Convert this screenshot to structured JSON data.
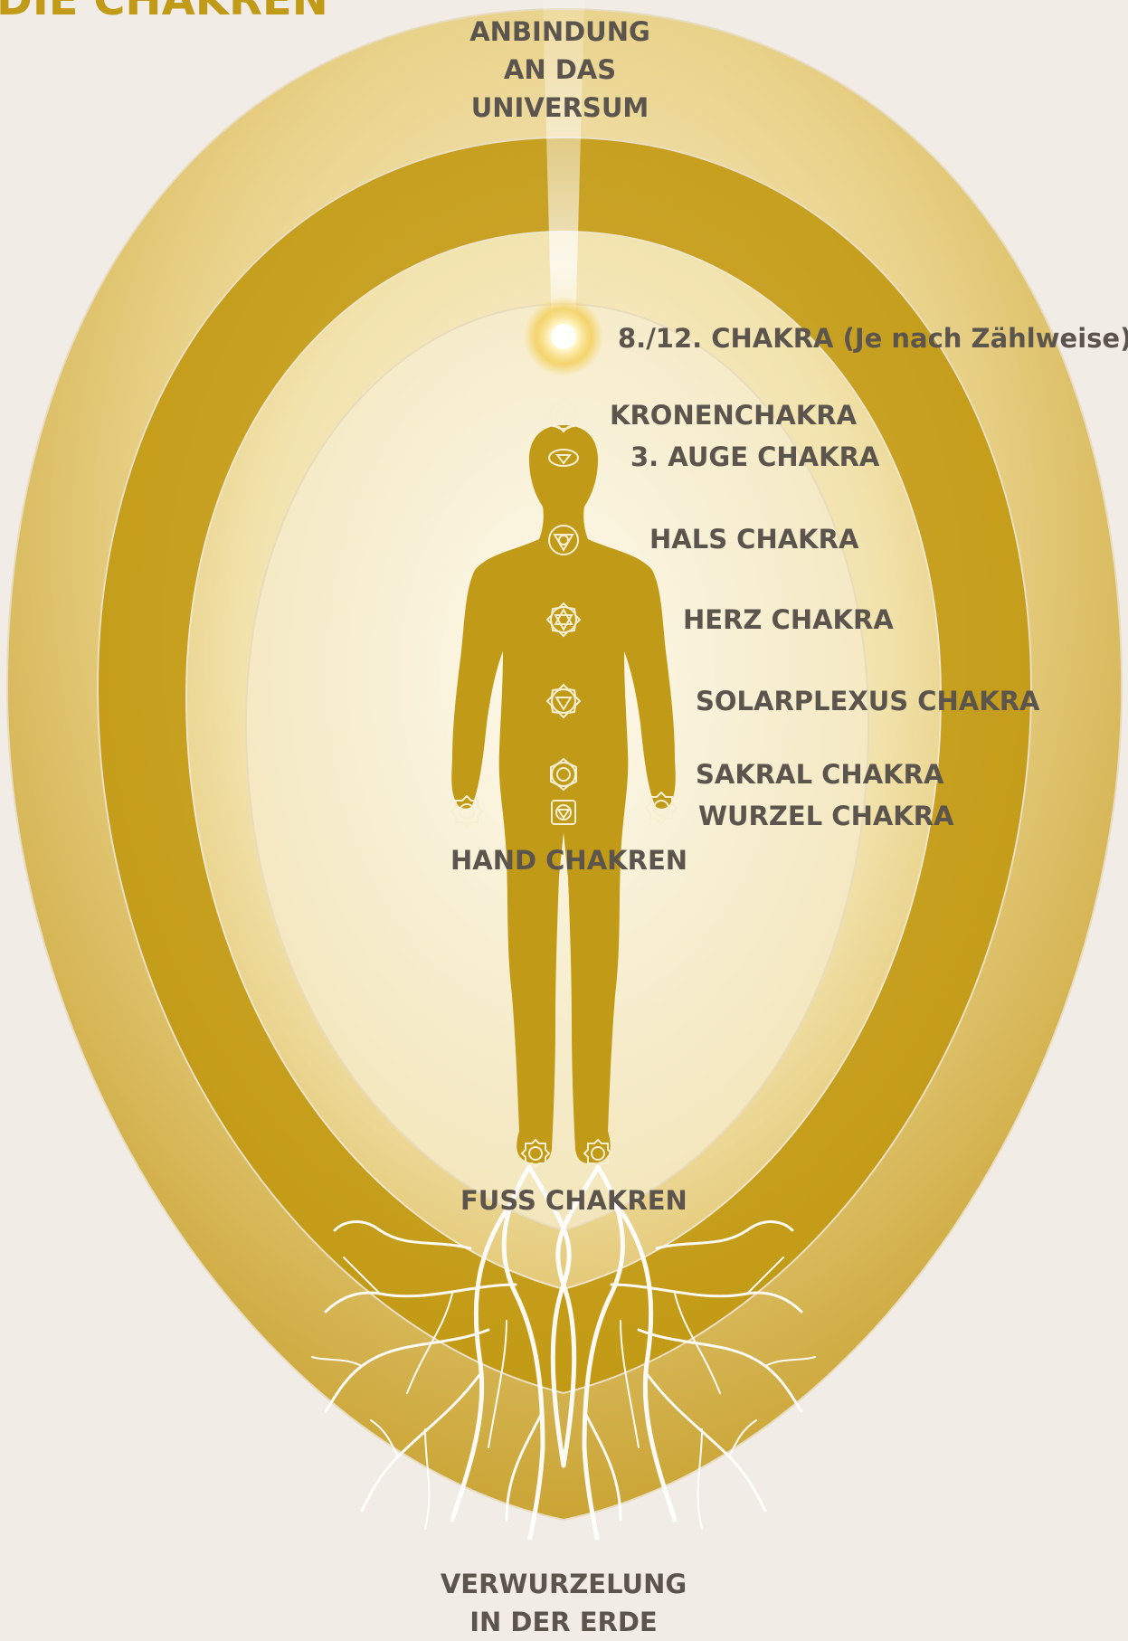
{
  "title": "DIE CHAKREN",
  "labels": {
    "universe": "ANBINDUNG\nAN DAS\nUNIVERSUM",
    "chakra8": "8./12. CHAKRA (Je nach Zählweise)",
    "crown": "KRONENCHAKRA",
    "third_eye": "3. AUGE CHAKRA",
    "throat": "HALS CHAKRA",
    "heart": "HERZ CHAKRA",
    "solar": "SOLARPLEXUS CHAKRA",
    "sacral": "SAKRAL CHAKRA",
    "root": "WURZEL CHAKRA",
    "hands": "HAND CHAKREN",
    "feet": "FUSS CHAKREN",
    "earth": "VERWURZELUNG\nIN DER ERDE"
  },
  "colors": {
    "gold": "#c19a17",
    "label_text": "#5b554e",
    "background": "#f1ede6"
  }
}
